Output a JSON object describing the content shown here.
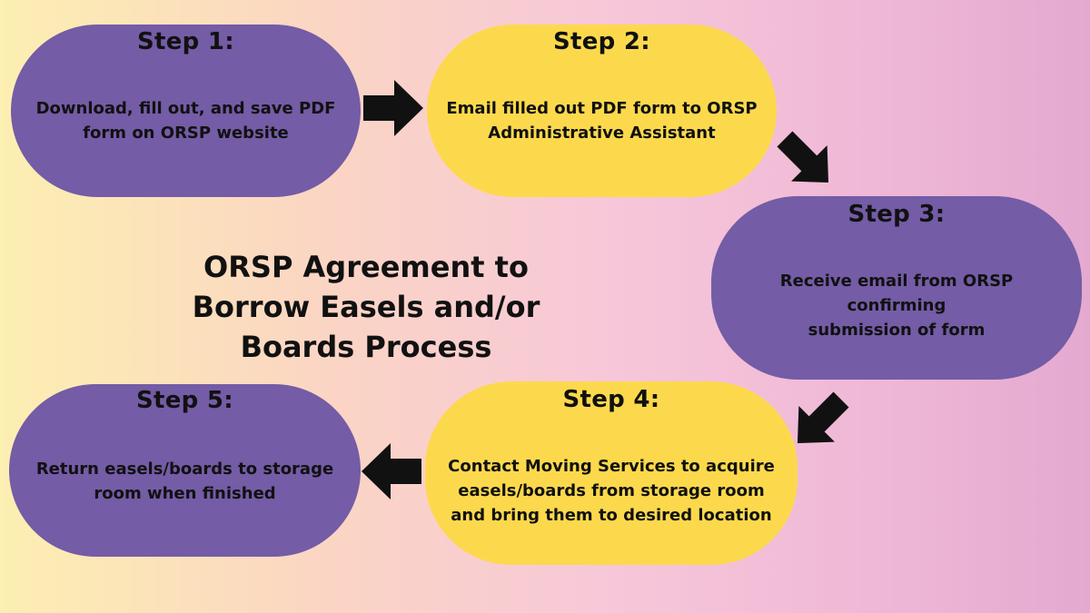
{
  "title": "ORSP Agreement to\nBorrow Easels and/or\nBoards Process",
  "colors": {
    "purple": "#745ca6",
    "yellow": "#fcd94c",
    "arrow": "#111111"
  },
  "steps": [
    {
      "label": "Step 1:",
      "text": "Download, fill out, and save PDF\nform on ORSP website"
    },
    {
      "label": "Step 2:",
      "text": "Email filled out PDF form to ORSP\nAdministrative Assistant"
    },
    {
      "label": "Step 3:",
      "text": "Receive email from ORSP confirming\nsubmission of form"
    },
    {
      "label": "Step 4:",
      "text": "Contact Moving Services to acquire\neasels/boards from storage room\nand bring them to desired location"
    },
    {
      "label": "Step 5:",
      "text": "Return easels/boards to storage\nroom when finished"
    }
  ]
}
